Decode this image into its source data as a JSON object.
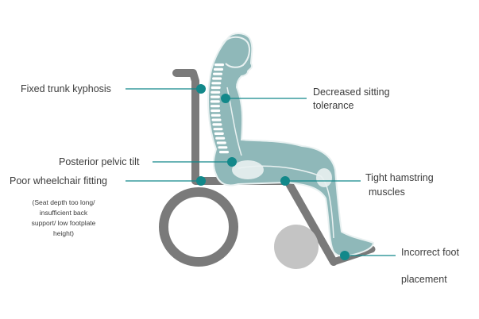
{
  "colors": {
    "body_fill": "#8fb8b9",
    "body_stroke": "#e9f1f1",
    "marker": "#12888a",
    "leader": "#12888a",
    "chair": "#7a7a7a",
    "wheel_small": "#c4c4c4",
    "spine": "#ffffff",
    "text": "#3b3b3b"
  },
  "labels": {
    "fixed_trunk": "Fixed trunk kyphosis",
    "decreased_sitting_1": "Decreased sitting",
    "decreased_sitting_2": "tolerance",
    "posterior_pelvic": "Posterior pelvic tilt",
    "poor_fitting": "Poor wheelchair fitting",
    "poor_fitting_note_1": "(Seat depth too long/",
    "poor_fitting_note_2": "insufficient back",
    "poor_fitting_note_3": "support/ low footplate",
    "poor_fitting_note_4": "height)",
    "tight_hamstring_1": "Tight hamstring",
    "tight_hamstring_2": "muscles",
    "incorrect_foot_1": "Incorrect foot",
    "incorrect_foot_2": "placement"
  }
}
